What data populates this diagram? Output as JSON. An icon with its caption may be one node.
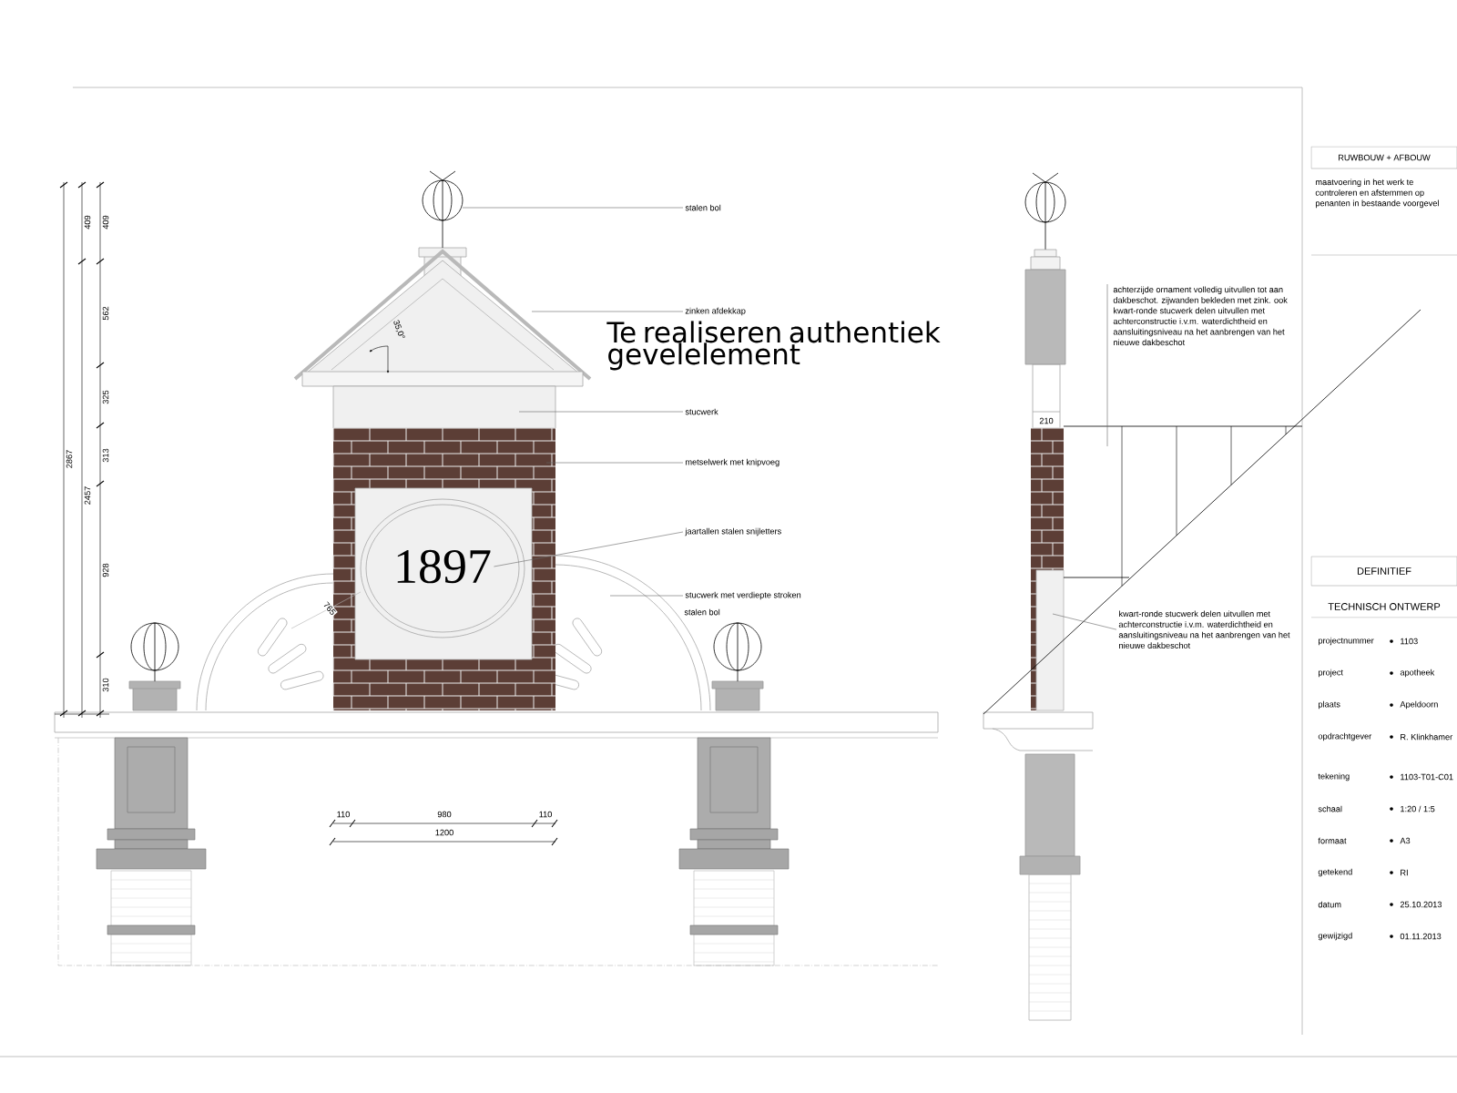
{
  "diagram": {
    "title": "Te realiseren authentiek gevelelement",
    "nodes": [
      {
        "text": [
          "stalen bol"
        ]
      },
      {
        "text": [
          "zinken afdekkap"
        ]
      },
      {
        "text": [
          "stucwerk"
        ]
      },
      {
        "text": [
          "metselwerk met knipvoeg"
        ]
      },
      {
        "text": [
          "jaartallen stalen snijletters"
        ]
      },
      {
        "text": [
          "stucwerk met verdiepte stroken"
        ]
      },
      {
        "text": [
          "achterzijde ornament volledig uitvullen tot aan dakbeschot. zijwanden bekleden met zink. ook kwart-ronde stucwerk delen uitvullen met achterconstructie i.v.m. waterdichtheid en aansluitingsniveau na het aanbrengen van het nieuwe dakbeschot"
        ]
      },
      {
        "text": [
          "kwart-ronde stucwerk delen uitvullen met achterconstructie i.v.m. waterdichtheid en aansluitingsniveau na het aanbrengen van het nieuwe dakbeschot"
        ]
      },
      {
        "text": [
          "1897"
        ]
      },
      {
        "text": [
          "RUWBOUW + AFBOUW"
        ]
      },
      {
        "text": [
          "DEFINITIEF"
        ]
      },
      {
        "text": [
          "TECHNISCH ONTWERP"
        ]
      }
    ],
    "edges": [
      {
        "from": 0,
        "to": null,
        "arrow": "none"
      },
      {
        "from": 1,
        "to": null,
        "arrow": "none"
      },
      {
        "from": 2,
        "to": null,
        "arrow": "none"
      },
      {
        "from": 3,
        "to": null,
        "arrow": "none"
      },
      {
        "from": 4,
        "to": 8,
        "arrow": "none"
      },
      {
        "from": 5,
        "to": null,
        "arrow": "none"
      },
      {
        "from": 6,
        "to": null,
        "arrow": "none"
      },
      {
        "from": 7,
        "to": null,
        "arrow": "none"
      }
    ],
    "labels": [
      "409",
      "409",
      "562",
      "325",
      "313",
      "2867",
      "2457",
      "928",
      "310",
      "35,0°",
      "765",
      "stalen bol",
      "210",
      "110",
      "980",
      "110",
      "1200",
      "maatvoering in het werk te controleren en afstemmen op penanten in bestaande voorgevel",
      "projectnummer",
      "1103",
      "project",
      "apotheek",
      "plaats",
      "Apeldoorn",
      "opdrachtgever",
      "R. Klinkhamer",
      "tekening",
      "1103-T01-C01",
      "schaal",
      "1:20 / 1:5",
      "formaat",
      "A3",
      "getekend",
      "RI",
      "datum",
      "25.10.2013",
      "gewijzigd",
      "01.11.2013"
    ]
  }
}
